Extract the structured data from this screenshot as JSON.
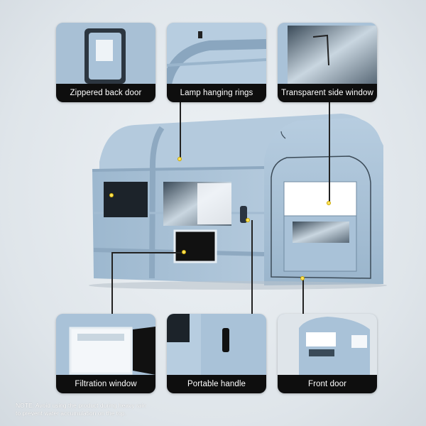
{
  "features": [
    {
      "key": "back_door",
      "label": "Zippered back door"
    },
    {
      "key": "lamp_rings",
      "label": "Lamp hanging rings"
    },
    {
      "key": "side_window",
      "label": "Transparent side window"
    },
    {
      "key": "filtration",
      "label": "Filtration window"
    },
    {
      "key": "handle",
      "label": "Portable handle"
    },
    {
      "key": "front_door",
      "label": "Front door"
    }
  ],
  "note": {
    "line1": "NOTE: Avoid using the product during heavy rain",
    "line2": "to prevent water accumulation on the top."
  },
  "colors": {
    "tent": "#a9c2d8",
    "tent_shadow": "#8aa6bf",
    "caption_bg": "#0e0e0e",
    "marker": "#ffe25a"
  }
}
